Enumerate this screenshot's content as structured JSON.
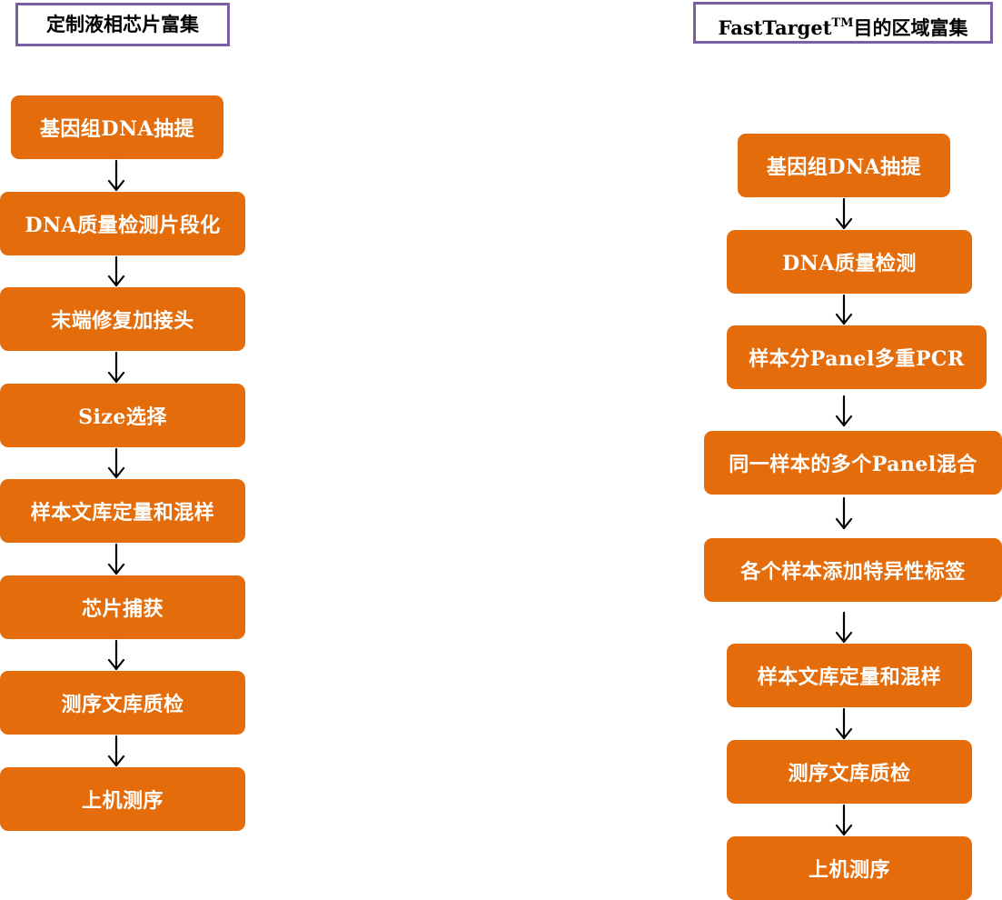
{
  "left": {
    "title": "定制液相芯片富集",
    "steps": [
      "基因组DNA抽提",
      "DNA质量检测片段化",
      "末端修复加接头",
      "Size选择",
      "样本文库定量和混样",
      "芯片捕获",
      "测序文库质检",
      "上机测序"
    ]
  },
  "right": {
    "title_main": "FastTarget",
    "title_sup": "TM",
    "title_rest": "目的区域富集",
    "steps": [
      "基因组DNA抽提",
      "DNA质量检测",
      "样本分Panel多重PCR",
      "同一样本的多个Panel混合",
      "各个样本添加特异性标签",
      "样本文库定量和混样",
      "测序文库质检",
      "上机测序"
    ]
  },
  "colors": {
    "step_fill": "#e46c0a",
    "title_border": "#7b5ea3",
    "arrow": "#000000"
  }
}
